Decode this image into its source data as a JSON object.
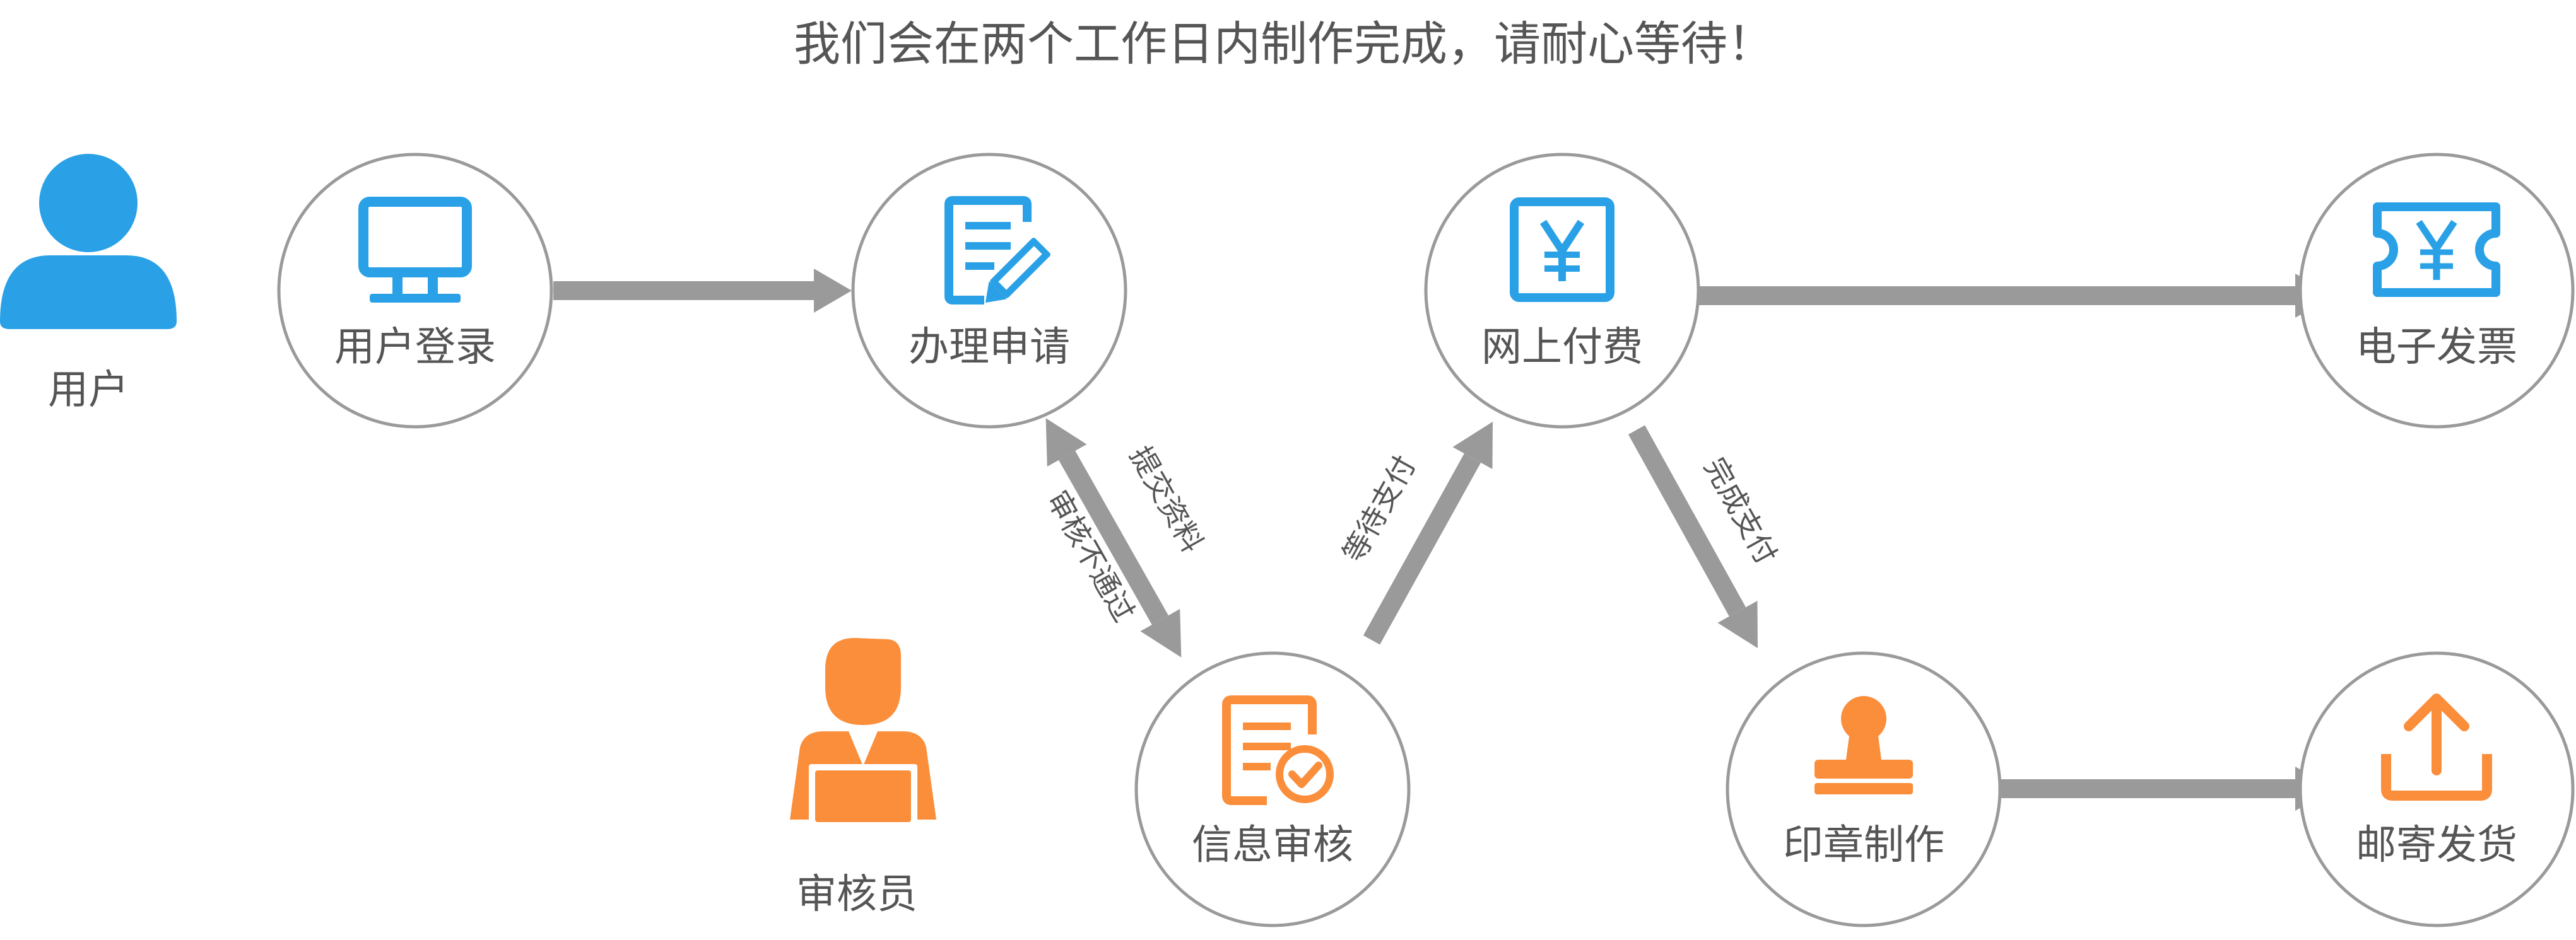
{
  "title": "我们会在两个工作日内制作完成，请耐心等待！",
  "colors": {
    "blue": "#2aa1e6",
    "orange": "#fb8e3b",
    "arrow": "#9a9a9a",
    "text": "#555555"
  },
  "actors": {
    "user": {
      "label": "用户",
      "icon": "user-icon"
    },
    "reviewer": {
      "label": "审核员",
      "icon": "reviewer-icon"
    }
  },
  "nodes": {
    "login": {
      "label": "用户登录",
      "icon": "monitor-icon"
    },
    "apply": {
      "label": "办理申请",
      "icon": "form-edit-icon"
    },
    "review": {
      "label": "信息审核",
      "icon": "document-check-icon"
    },
    "payment": {
      "label": "网上付费",
      "icon": "yen-icon"
    },
    "invoice": {
      "label": "电子发票",
      "icon": "yen-ticket-icon"
    },
    "stamp": {
      "label": "印章制作",
      "icon": "stamp-icon"
    },
    "mail": {
      "label": "邮寄发货",
      "icon": "upload-box-icon"
    }
  },
  "edges": {
    "submit": "提交资料",
    "reject": "审核不通过",
    "await_pay": "等待支付",
    "paid": "完成支付"
  }
}
